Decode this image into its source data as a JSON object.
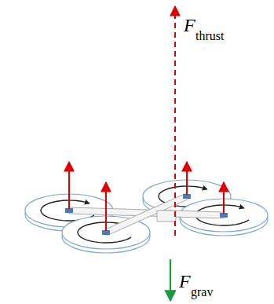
{
  "diagram": {
    "labels": [
      "F",
      "thrust",
      "F",
      "grav"
    ]
  }
}
